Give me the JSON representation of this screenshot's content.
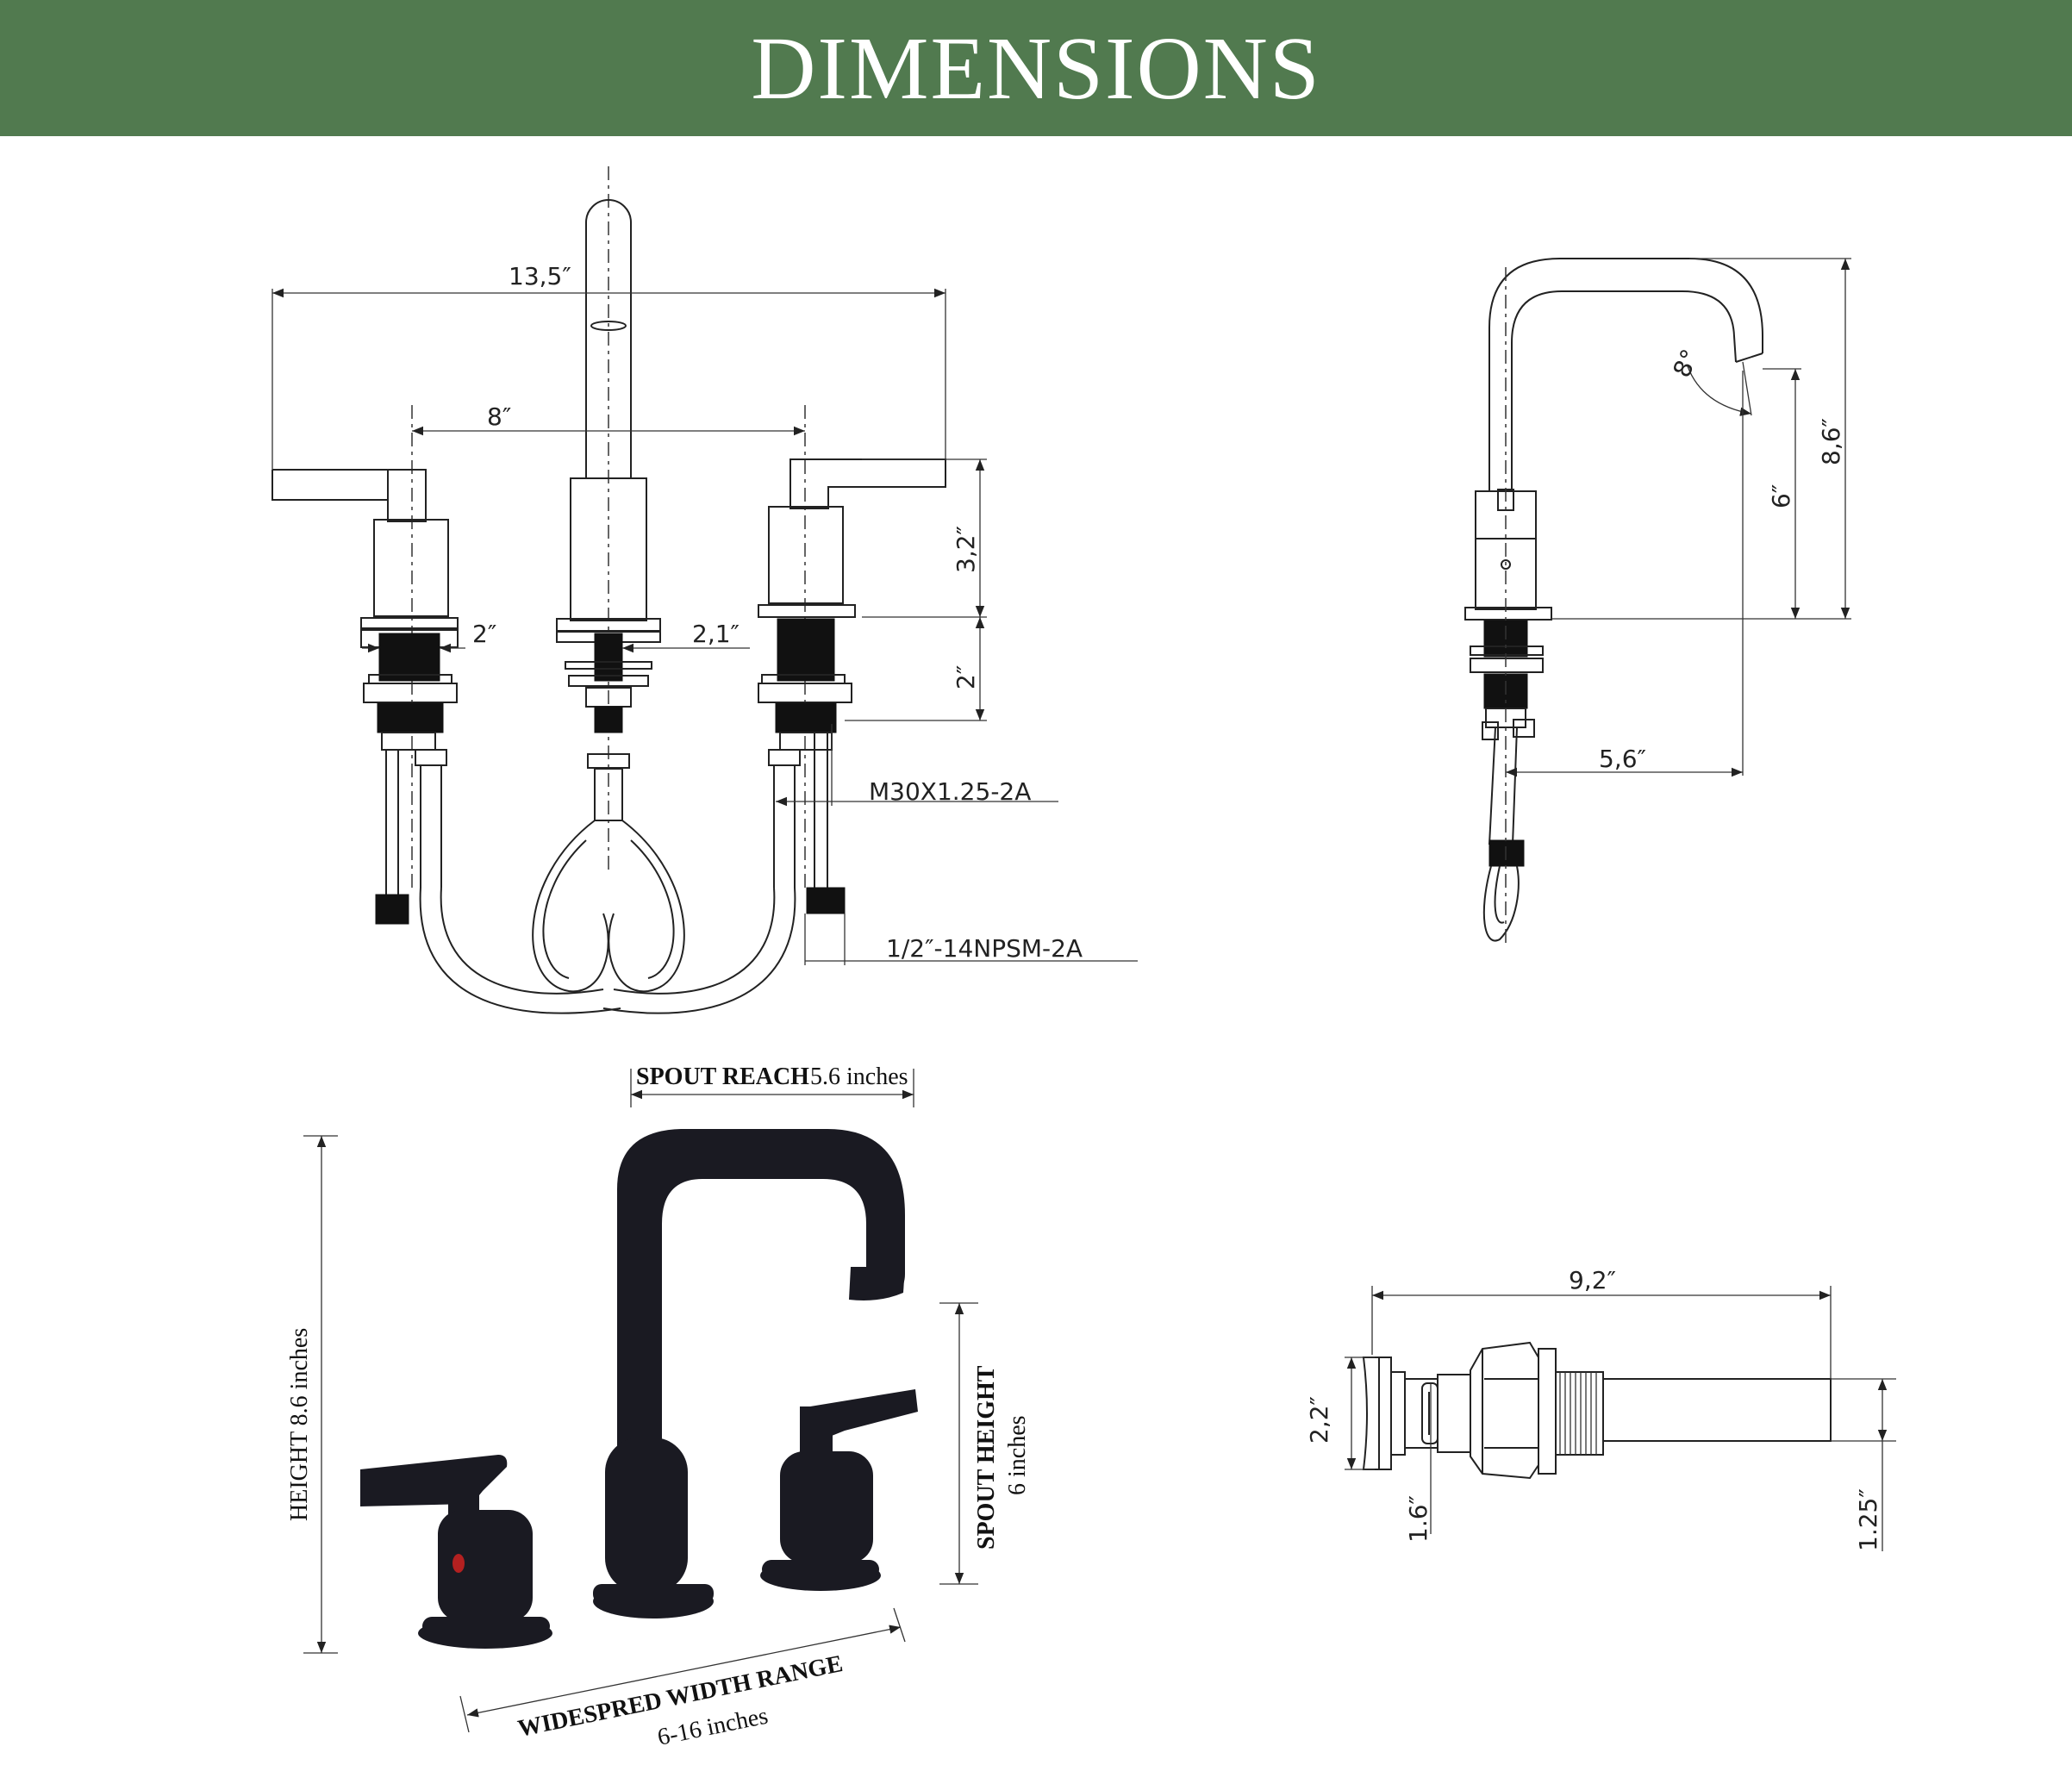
{
  "header": {
    "title": "DIMENSIONS",
    "background": "#517a4f"
  },
  "front_view": {
    "width_overall": "13,5″",
    "center_spacing": "8″",
    "handle_shank": "2″",
    "spout_shank": "2,1″",
    "handle_height": "3,2″",
    "shank_length": "2″",
    "thread": "M30X1.25-2A",
    "connector": "1/2″-14NPSM-2A"
  },
  "side_view": {
    "angle": "8°",
    "height": "8,6″",
    "spout_height": "6″",
    "reach": "5,6″"
  },
  "photo_view": {
    "spout_reach_label": "SPOUT REACH",
    "spout_reach_value": "5.6 inches",
    "height_label": "HEIGHT",
    "height_value": "8.6 inches",
    "spout_height_label": "SPOUT HEIGHT",
    "spout_height_value": "6 inches",
    "width_label": "WIDESPRED WIDTH RANGE",
    "width_value": "6-16 inches",
    "finish_color": "#1a1a22"
  },
  "drain_view": {
    "length": "9,2″",
    "flange": "2,2″",
    "body": "1.6″",
    "thread_dia": "1.25″"
  }
}
